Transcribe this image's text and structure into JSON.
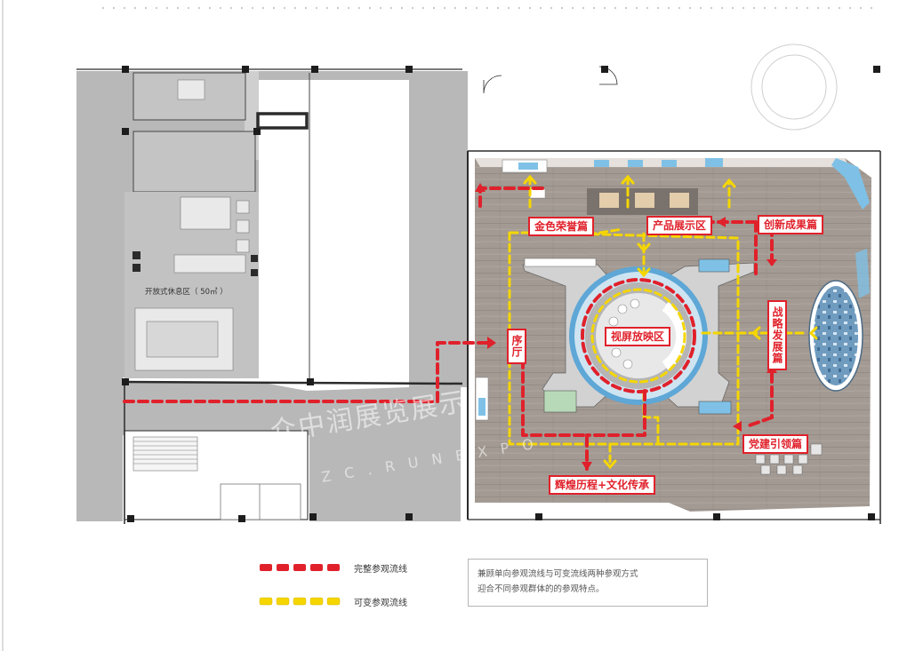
{
  "zones": {
    "honor": "金色荣誉篇",
    "product": "产品展示区",
    "innovation": "创新成果篇",
    "lobby": "序厅",
    "cinema": "视屏放映区",
    "strategy": "战略发展篇",
    "party": "党建引领篇",
    "history": "辉煌历程+文化传承"
  },
  "rooms": {
    "lounge": "开放式休息区（ 50㎡ ）"
  },
  "legend": {
    "complete_route": "完整参观流线",
    "variable_route": "可变参观流线",
    "complete_color": "#e0212b",
    "variable_color": "#f5d600"
  },
  "note": {
    "line1": "兼顾单向参观流线与可变流线两种参观方式",
    "line2": "迎合不同参观群体的的参观特点。"
  },
  "watermark": {
    "cn": "众中润展览展示",
    "en": "Z C . R U N   E X P O"
  },
  "colors": {
    "floor": "#a39a93",
    "gray_area": "#b9b9b9",
    "wall": "#2b2b2b"
  }
}
